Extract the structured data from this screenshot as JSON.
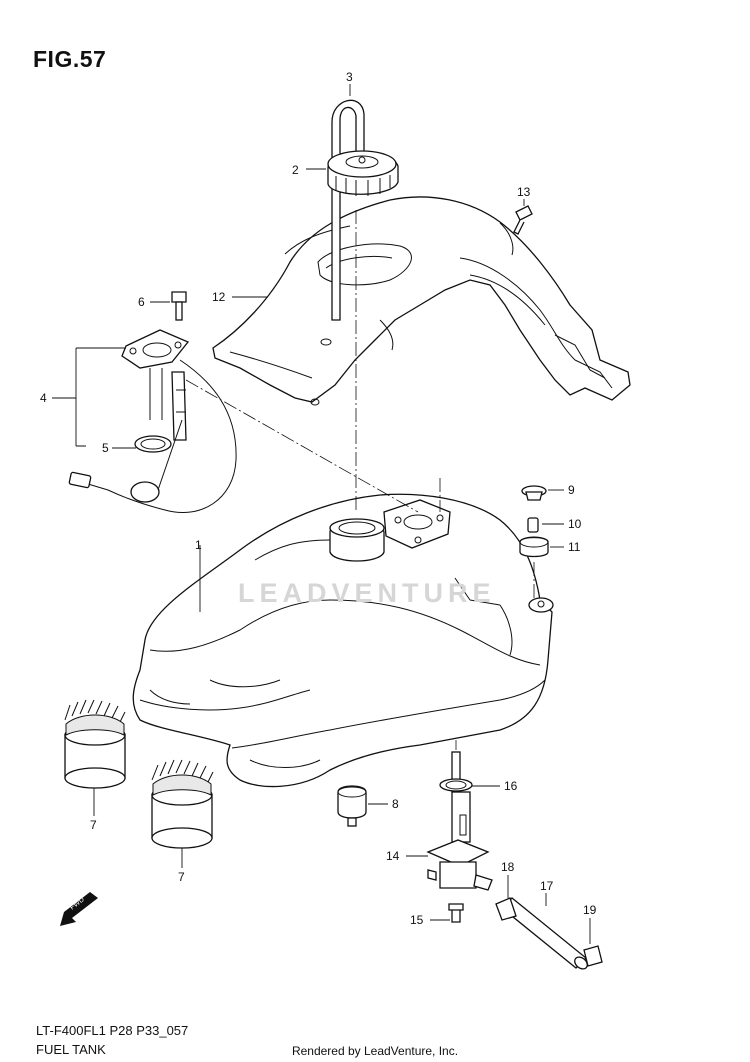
{
  "figure": {
    "title": "FIG.57",
    "code": "LT-F400FL1 P28 P33_057",
    "name": "FUEL TANK"
  },
  "footer": "Rendered by LeadVenture, Inc.",
  "watermark": "LEADVENTURE",
  "front_marker": "FWD",
  "callouts": {
    "c1": "1",
    "c2": "2",
    "c3": "3",
    "c4": "4",
    "c5": "5",
    "c6": "6",
    "c7a": "7",
    "c7b": "7",
    "c8": "8",
    "c9": "9",
    "c10": "10",
    "c11": "11",
    "c12": "12",
    "c13": "13",
    "c14": "14",
    "c15": "15",
    "c16": "16",
    "c17": "17",
    "c18": "18",
    "c19": "19"
  }
}
